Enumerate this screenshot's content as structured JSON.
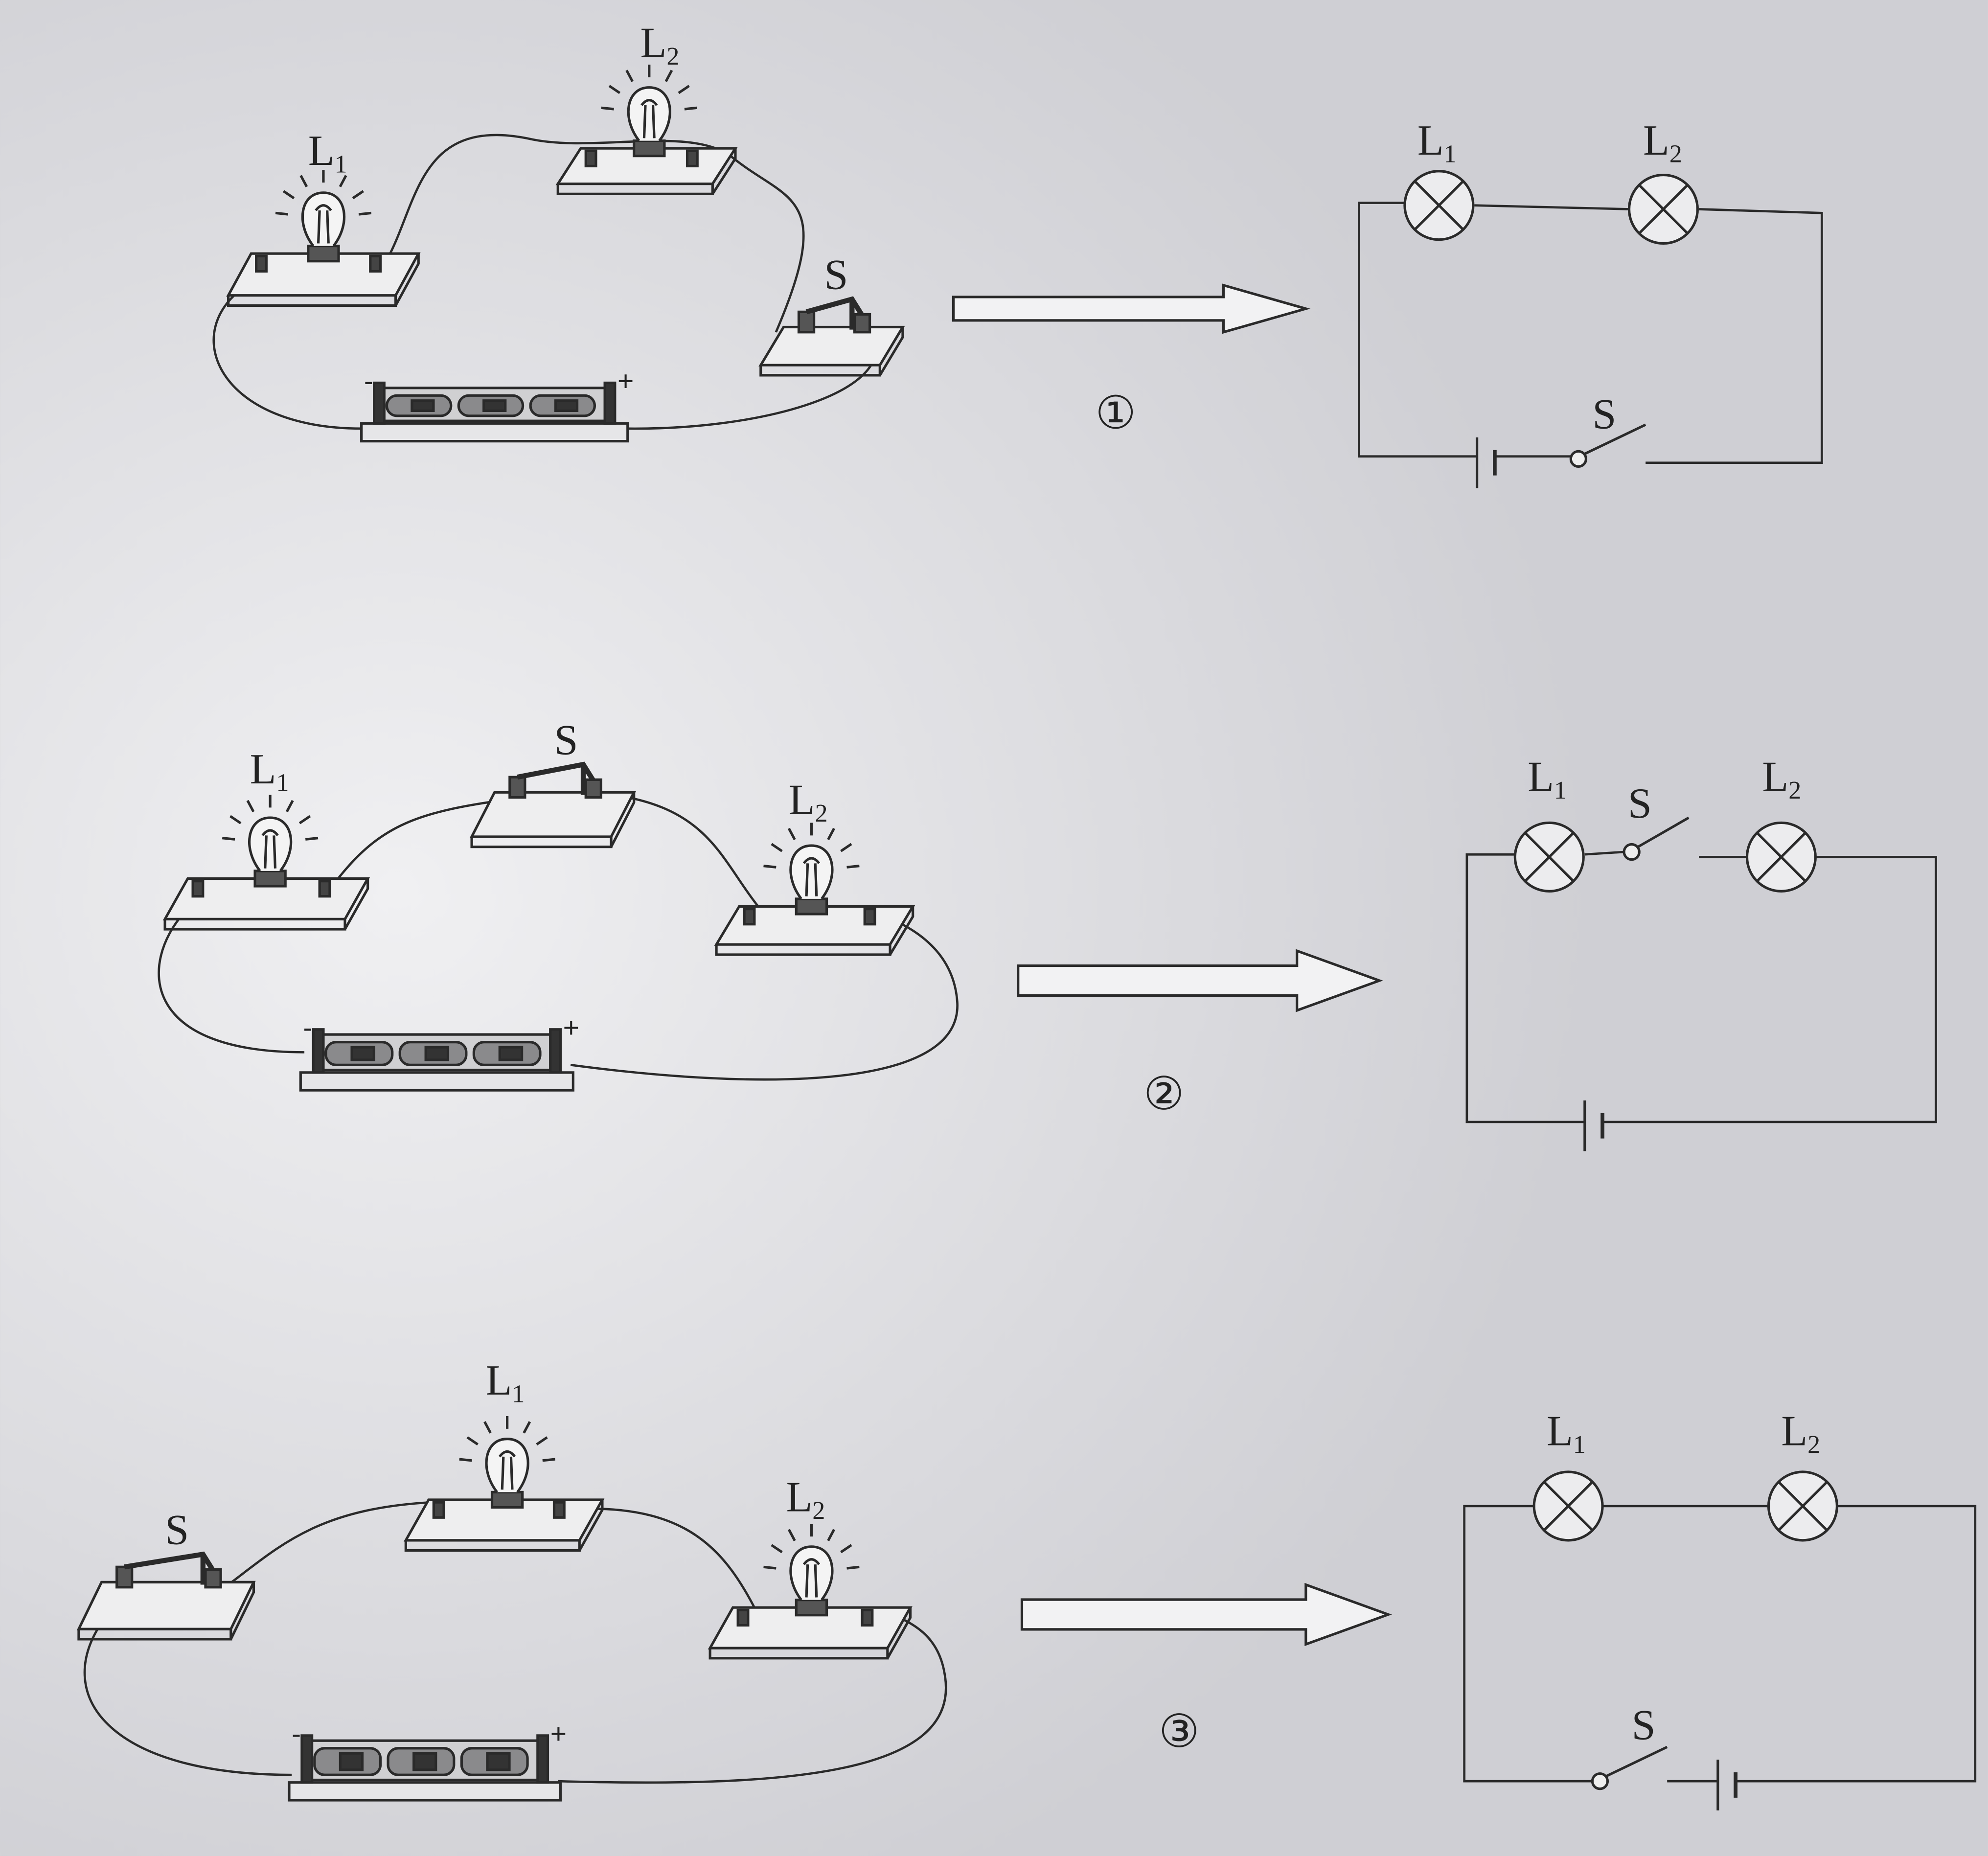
{
  "colors": {
    "paper": "#d6d6da",
    "ink": "#2a2a2a"
  },
  "diagrams": [
    {
      "number": "①",
      "pictorial": {
        "l1": "L",
        "l1_sub": "1",
        "l2": "L",
        "l2_sub": "2",
        "switch": "S",
        "minus": "-",
        "plus": "+"
      },
      "schematic": {
        "l1": "L",
        "l1_sub": "1",
        "l2": "L",
        "l2_sub": "2",
        "switch": "S"
      }
    },
    {
      "number": "②",
      "pictorial": {
        "l1": "L",
        "l1_sub": "1",
        "l2": "L",
        "l2_sub": "2",
        "switch": "S",
        "minus": "-",
        "plus": "+"
      },
      "schematic": {
        "l1": "L",
        "l1_sub": "1",
        "l2": "L",
        "l2_sub": "2",
        "switch": "S"
      }
    },
    {
      "number": "③",
      "pictorial": {
        "l1": "L",
        "l1_sub": "1",
        "l2": "L",
        "l2_sub": "2",
        "switch": "S",
        "minus": "-",
        "plus": "+"
      },
      "schematic": {
        "l1": "L",
        "l1_sub": "1",
        "l2": "L",
        "l2_sub": "2",
        "switch": "S"
      }
    }
  ]
}
